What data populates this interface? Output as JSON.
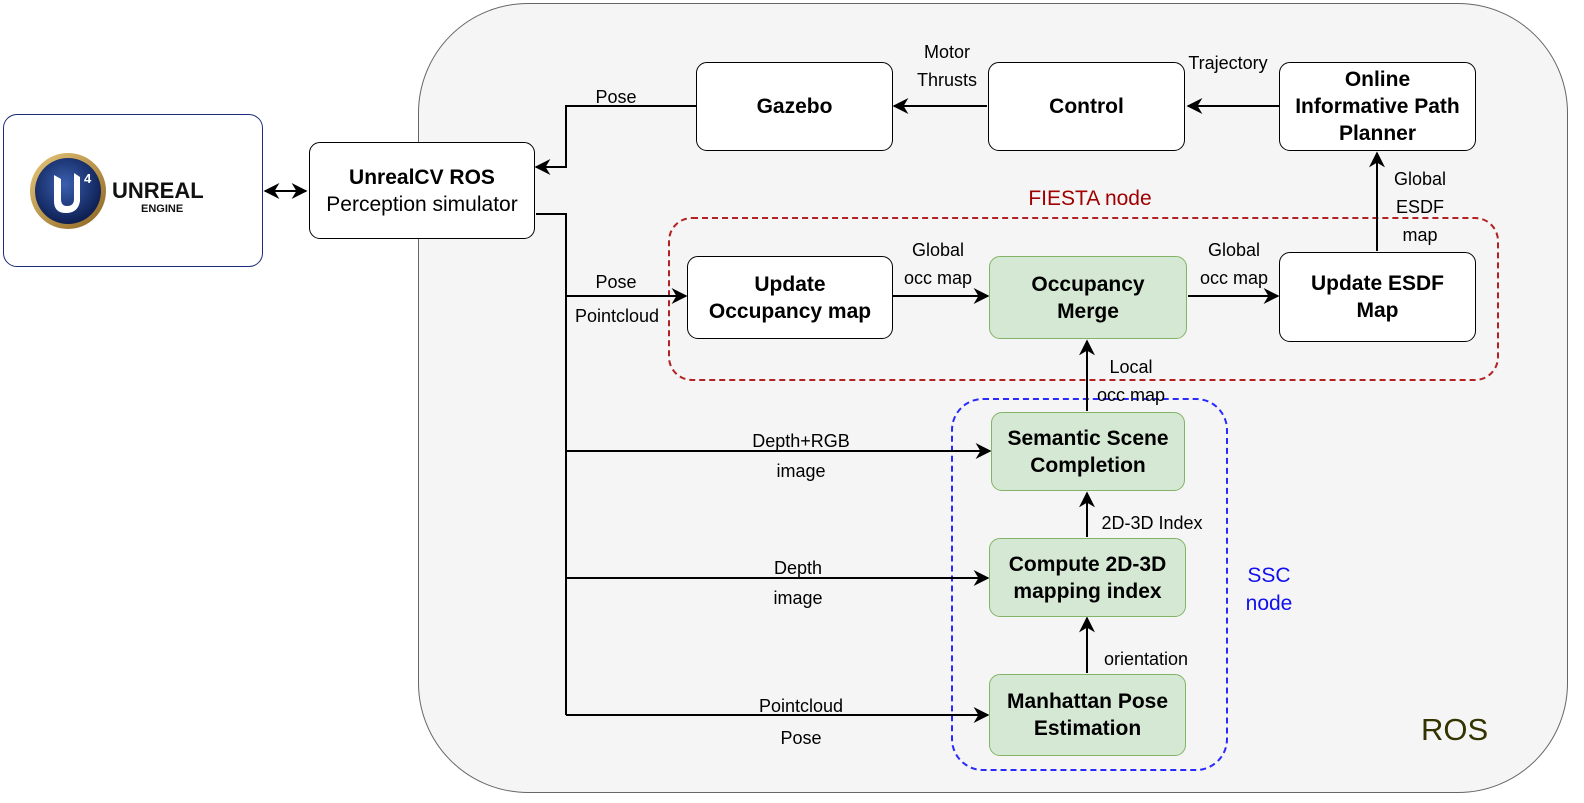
{
  "regions": {
    "ros": "ROS",
    "fiesta": "FIESTA node",
    "ssc": [
      "SSC",
      "node"
    ]
  },
  "logo": {
    "main": "UNREAL",
    "sub": "ENGINE",
    "badge": "4"
  },
  "boxes": {
    "unrealcv_title": "UnrealCV ROS",
    "unrealcv_sub": "Perception simulator",
    "gazebo": "Gazebo",
    "control": "Control",
    "planner": [
      "Online",
      "Informative Path",
      "Planner"
    ],
    "update_occ": [
      "Update",
      "Occupancy map"
    ],
    "occ_merge": [
      "Occupancy",
      "Merge"
    ],
    "update_esdf": [
      "Update ESDF",
      "Map"
    ],
    "ssc_completion": [
      "Semantic Scene",
      "Completion"
    ],
    "compute_index": [
      "Compute 2D-3D",
      "mapping index"
    ],
    "manhattan": [
      "Manhattan Pose",
      "Estimation"
    ]
  },
  "edge_labels": {
    "pose_gazebo": "Pose",
    "motor_thrusts": [
      "Motor",
      "Thrusts"
    ],
    "trajectory": "Trajectory",
    "global_esdf": [
      "Global",
      "ESDF",
      "map"
    ],
    "pose_occ": "Pose",
    "pointcloud_occ": "Pointcloud",
    "global_occ_1": [
      "Global",
      "occ map"
    ],
    "global_occ_2": [
      "Global",
      "occ map"
    ],
    "local_occ": [
      "Local",
      "occ map"
    ],
    "depth_rgb": [
      "Depth+RGB",
      "image"
    ],
    "depth": [
      "Depth",
      "image"
    ],
    "pointcloud_pose": [
      "Pointcloud",
      "Pose"
    ],
    "index_2d3d": "2D-3D Index",
    "orientation": "orientation"
  },
  "colors": {
    "node_green": "#d5e8d4",
    "node_green_border": "#82b366",
    "fiesta_border": "#b22222",
    "ssc_border": "#2a2aff",
    "ros_bg": "#f5f5f5"
  }
}
